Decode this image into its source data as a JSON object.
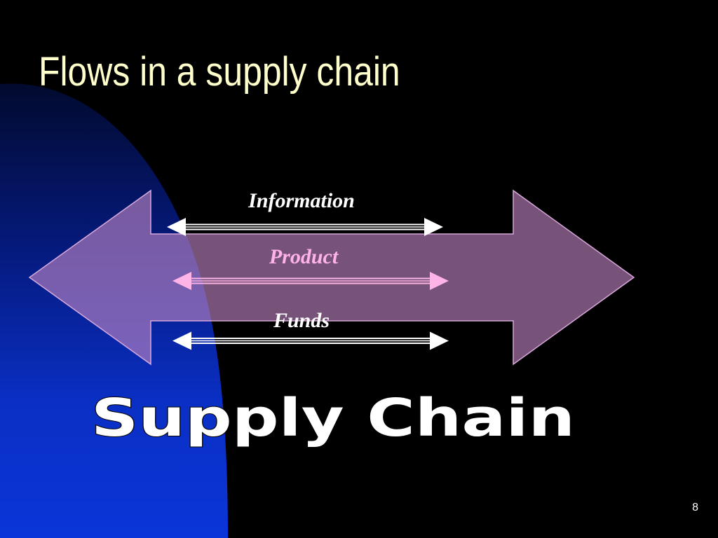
{
  "slide": {
    "title": "Flows in a supply chain",
    "page_number": "8"
  },
  "diagram": {
    "flows": [
      {
        "label": "Information",
        "color": "#ffffff"
      },
      {
        "label": "Product",
        "color": "#ffb3e6"
      },
      {
        "label": "Funds",
        "color": "#ffffff"
      }
    ],
    "banner": "Supply Chain",
    "big_arrow_color": "#c086c4",
    "background_accent": "#0a33cc",
    "title_color": "#ffffcc"
  }
}
